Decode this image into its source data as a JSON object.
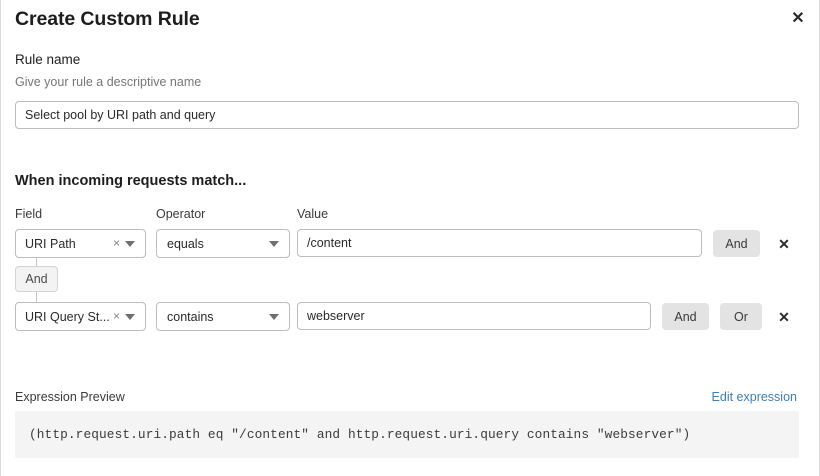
{
  "modal": {
    "title": "Create Custom Rule",
    "close_icon": "close-icon"
  },
  "rule_name": {
    "label": "Rule name",
    "help": "Give your rule a descriptive name",
    "value": "Select pool by URI path and query",
    "placeholder": "Rule name"
  },
  "match_section": {
    "heading": "When incoming requests match...",
    "columns": {
      "field": "Field",
      "operator": "Operator",
      "value": "Value"
    },
    "connector": {
      "label": "And"
    },
    "rows": [
      {
        "field": "URI Path",
        "clear_icon": "×",
        "caret_icon": "chevron-down-icon",
        "operator": "equals",
        "value": "/content",
        "value_placeholder": "Enter value",
        "buttons": [
          "And"
        ],
        "delete_icon": "✕"
      },
      {
        "field": "URI Query St...",
        "clear_icon": "×",
        "caret_icon": "chevron-down-icon",
        "operator": "contains",
        "value": "webserver",
        "value_placeholder": "Enter value",
        "buttons": [
          "And",
          "Or"
        ],
        "delete_icon": "✕"
      }
    ]
  },
  "expression_preview": {
    "label": "Expression Preview",
    "edit_link": "Edit expression",
    "code": "(http.request.uri.path eq \"/content\" and http.request.uri.query contains \"webserver\")"
  },
  "colors": {
    "link": "#3e7fb5",
    "pill_bg": "#e3e3e3",
    "code_bg": "#f4f4f4",
    "border": "#bdbdbd"
  }
}
